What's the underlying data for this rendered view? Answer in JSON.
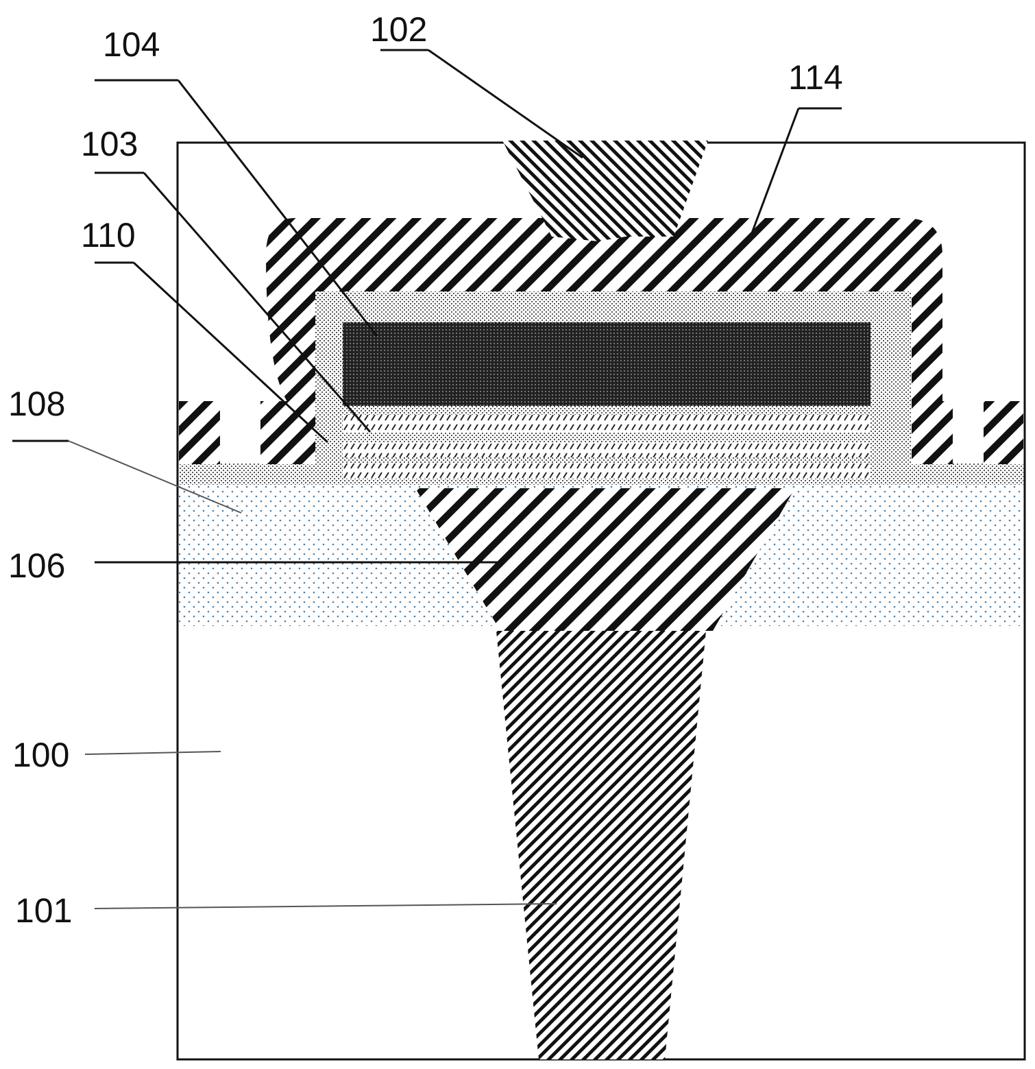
{
  "labels": {
    "l100": "100",
    "l101": "101",
    "l102": "102",
    "l103": "103",
    "l104": "104",
    "l106": "106",
    "l108": "108",
    "l110": "110",
    "l114": "114"
  },
  "colors": {
    "outline": "#111111",
    "hatch": "#111111",
    "dot_layer": "#4a7fa8",
    "background": "#ffffff"
  }
}
